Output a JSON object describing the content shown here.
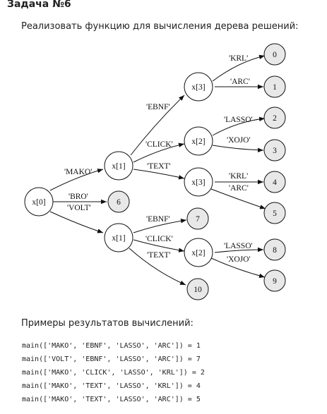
{
  "title": "Задача №6",
  "description": "Реализовать функцию для вычисления дерева решений:",
  "diagram": {
    "nodes": {
      "root": "x[0]",
      "mako": "x[1]",
      "volt": "x[1]",
      "ebnf": "x[3]",
      "click": "x[2]",
      "text": "x[3]",
      "volt_click": "x[2]",
      "r6": "6",
      "r0": "0",
      "r1": "1",
      "r2": "2",
      "r3": "3",
      "r4": "4",
      "r5": "5",
      "r7": "7",
      "r8": "8",
      "r9": "9",
      "r10": "10"
    },
    "edges": {
      "mako": "'MAKO'",
      "bro": "'BRO'",
      "volt": "'VOLT'",
      "ebnf": "'EBNF'",
      "click": "'CLICK'",
      "text": "'TEXT'",
      "krl_top": "'KRL'",
      "arc_top": "'ARC'",
      "lasso_mid": "'LASSO'",
      "xojo_mid": "'XOJO'",
      "krl_bottom": "'KRL'",
      "arc_bottom": "'ARC'",
      "volt_ebnf": "'EBNF'",
      "volt_click": "'CLICK'",
      "volt_text": "'TEXT'",
      "lasso_low": "'LASSO'",
      "xojo_low": "'XOJO'"
    }
  },
  "results_heading": "Примеры результатов вычислений:",
  "examples": [
    "main(['MAKO', 'EBNF', 'LASSO', 'ARC']) = 1",
    "main(['VOLT', 'EBNF', 'LASSO', 'ARC']) = 7",
    "main(['MAKO', 'CLICK', 'LASSO', 'KRL']) = 2",
    "main(['MAKO', 'TEXT', 'LASSO', 'KRL']) = 4",
    "main(['MAKO', 'TEXT', 'LASSO', 'ARC']) = 5"
  ]
}
